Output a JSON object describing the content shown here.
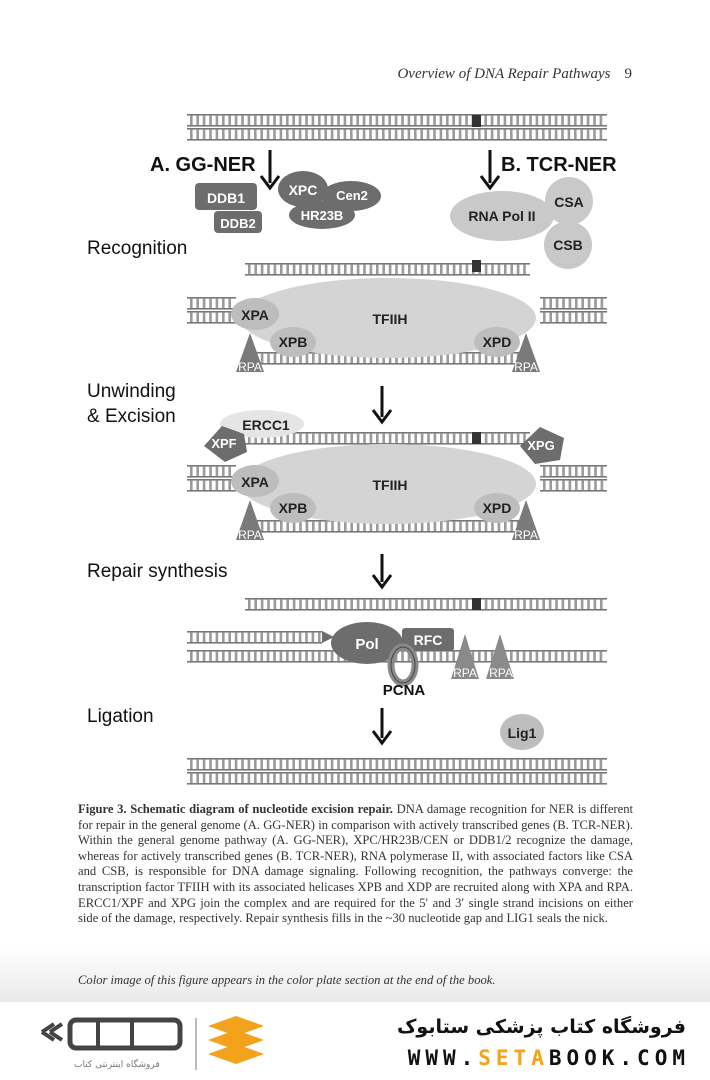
{
  "header": {
    "title": "Overview of DNA Repair Pathways",
    "page_number": "9"
  },
  "figure": {
    "pathway_a": "A. GG-NER",
    "pathway_b": "B. TCR-NER",
    "stages": [
      "Recognition",
      "Unwinding",
      "& Excision",
      "Repair synthesis",
      "Ligation"
    ],
    "proteins": {
      "ddb1": "DDB1",
      "ddb2": "DDB2",
      "xpc": "XPC",
      "cen2": "Cen2",
      "hr23b": "HR23B",
      "rnapol": "RNA Pol II",
      "csa": "CSA",
      "csb": "CSB",
      "tfiih": "TFIIH",
      "xpa": "XPA",
      "xpb": "XPB",
      "xpd": "XPD",
      "rpa": "RPA",
      "ercc1": "ERCC1",
      "xpf": "XPF",
      "xpg": "XPG",
      "pol": "Pol",
      "rfc": "RFC",
      "pcna": "PCNA",
      "lig1": "Lig1"
    }
  },
  "caption": {
    "label": "Figure 3. Schematic diagram of nucleotide excision repair.",
    "text": " DNA damage recognition for NER is different for repair in the general genome (A. GG-NER) in comparison with actively transcribed genes (B. TCR-NER). Within the general genome pathway (A. GG-NER), XPC/HR23B/CEN or DDB1/2 recognize the damage, whereas for actively transcribed genes (B. TCR-NER), RNA polymerase II, with associated factors like CSA and CSB, is responsible for DNA damage signaling. Following recognition, the pathways converge: the transcription factor TFIIH with its associated helicases XPB and XDP are recruited along with XPA and RPA. ERCC1/XPF and XPG join the complex and are required for the 5′ and 3′ single strand incisions on either side of the damage, respectively. Repair synthesis fills in the ~30 nucleotide gap and LIG1 seals the nick.",
    "note": "Color image of this figure appears in the color plate section at the end of the book."
  },
  "footer": {
    "persian_title": "فروشگاه کتاب پزشکی ستابوک",
    "url_pre": "WWW.",
    "url_acc": "SETA",
    "url_post": "BOOK.COM",
    "logo_sub": "فروشگاه اینترنتی کتاب"
  },
  "colors": {
    "dark": "#6d6d6d",
    "mid": "#9a9a9a",
    "light": "#d6d6d6",
    "accent": "#f2a21b"
  }
}
